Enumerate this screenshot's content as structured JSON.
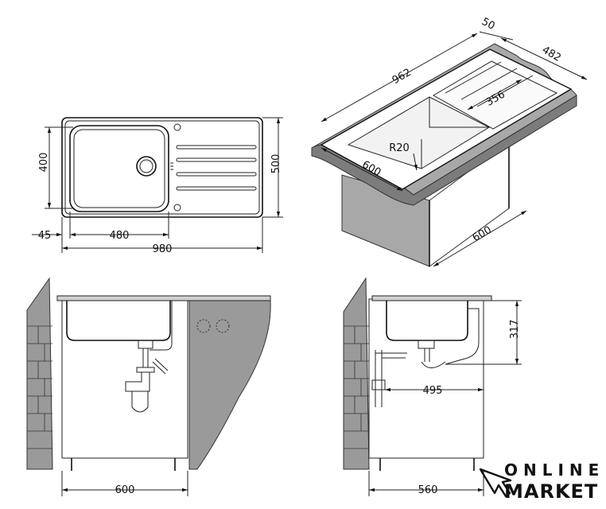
{
  "top_view": {
    "width_label": "980",
    "depth_label": "500",
    "bowl_depth_label": "400",
    "bowl_width_label": "480",
    "offset_label": "45"
  },
  "iso_view": {
    "length_label": "962",
    "rim_label": "50",
    "depth_label": "482",
    "drainer_label": "356",
    "radius_label": "R20",
    "cabinet_width_label": "600",
    "cabinet_depth_label": "600"
  },
  "front_section": {
    "cabinet_label": "600"
  },
  "side_section": {
    "height_label": "317",
    "drain_label": "495",
    "cabinet_label": "560"
  },
  "logo": {
    "line1": "ONLINE",
    "line2": "MARKET"
  }
}
